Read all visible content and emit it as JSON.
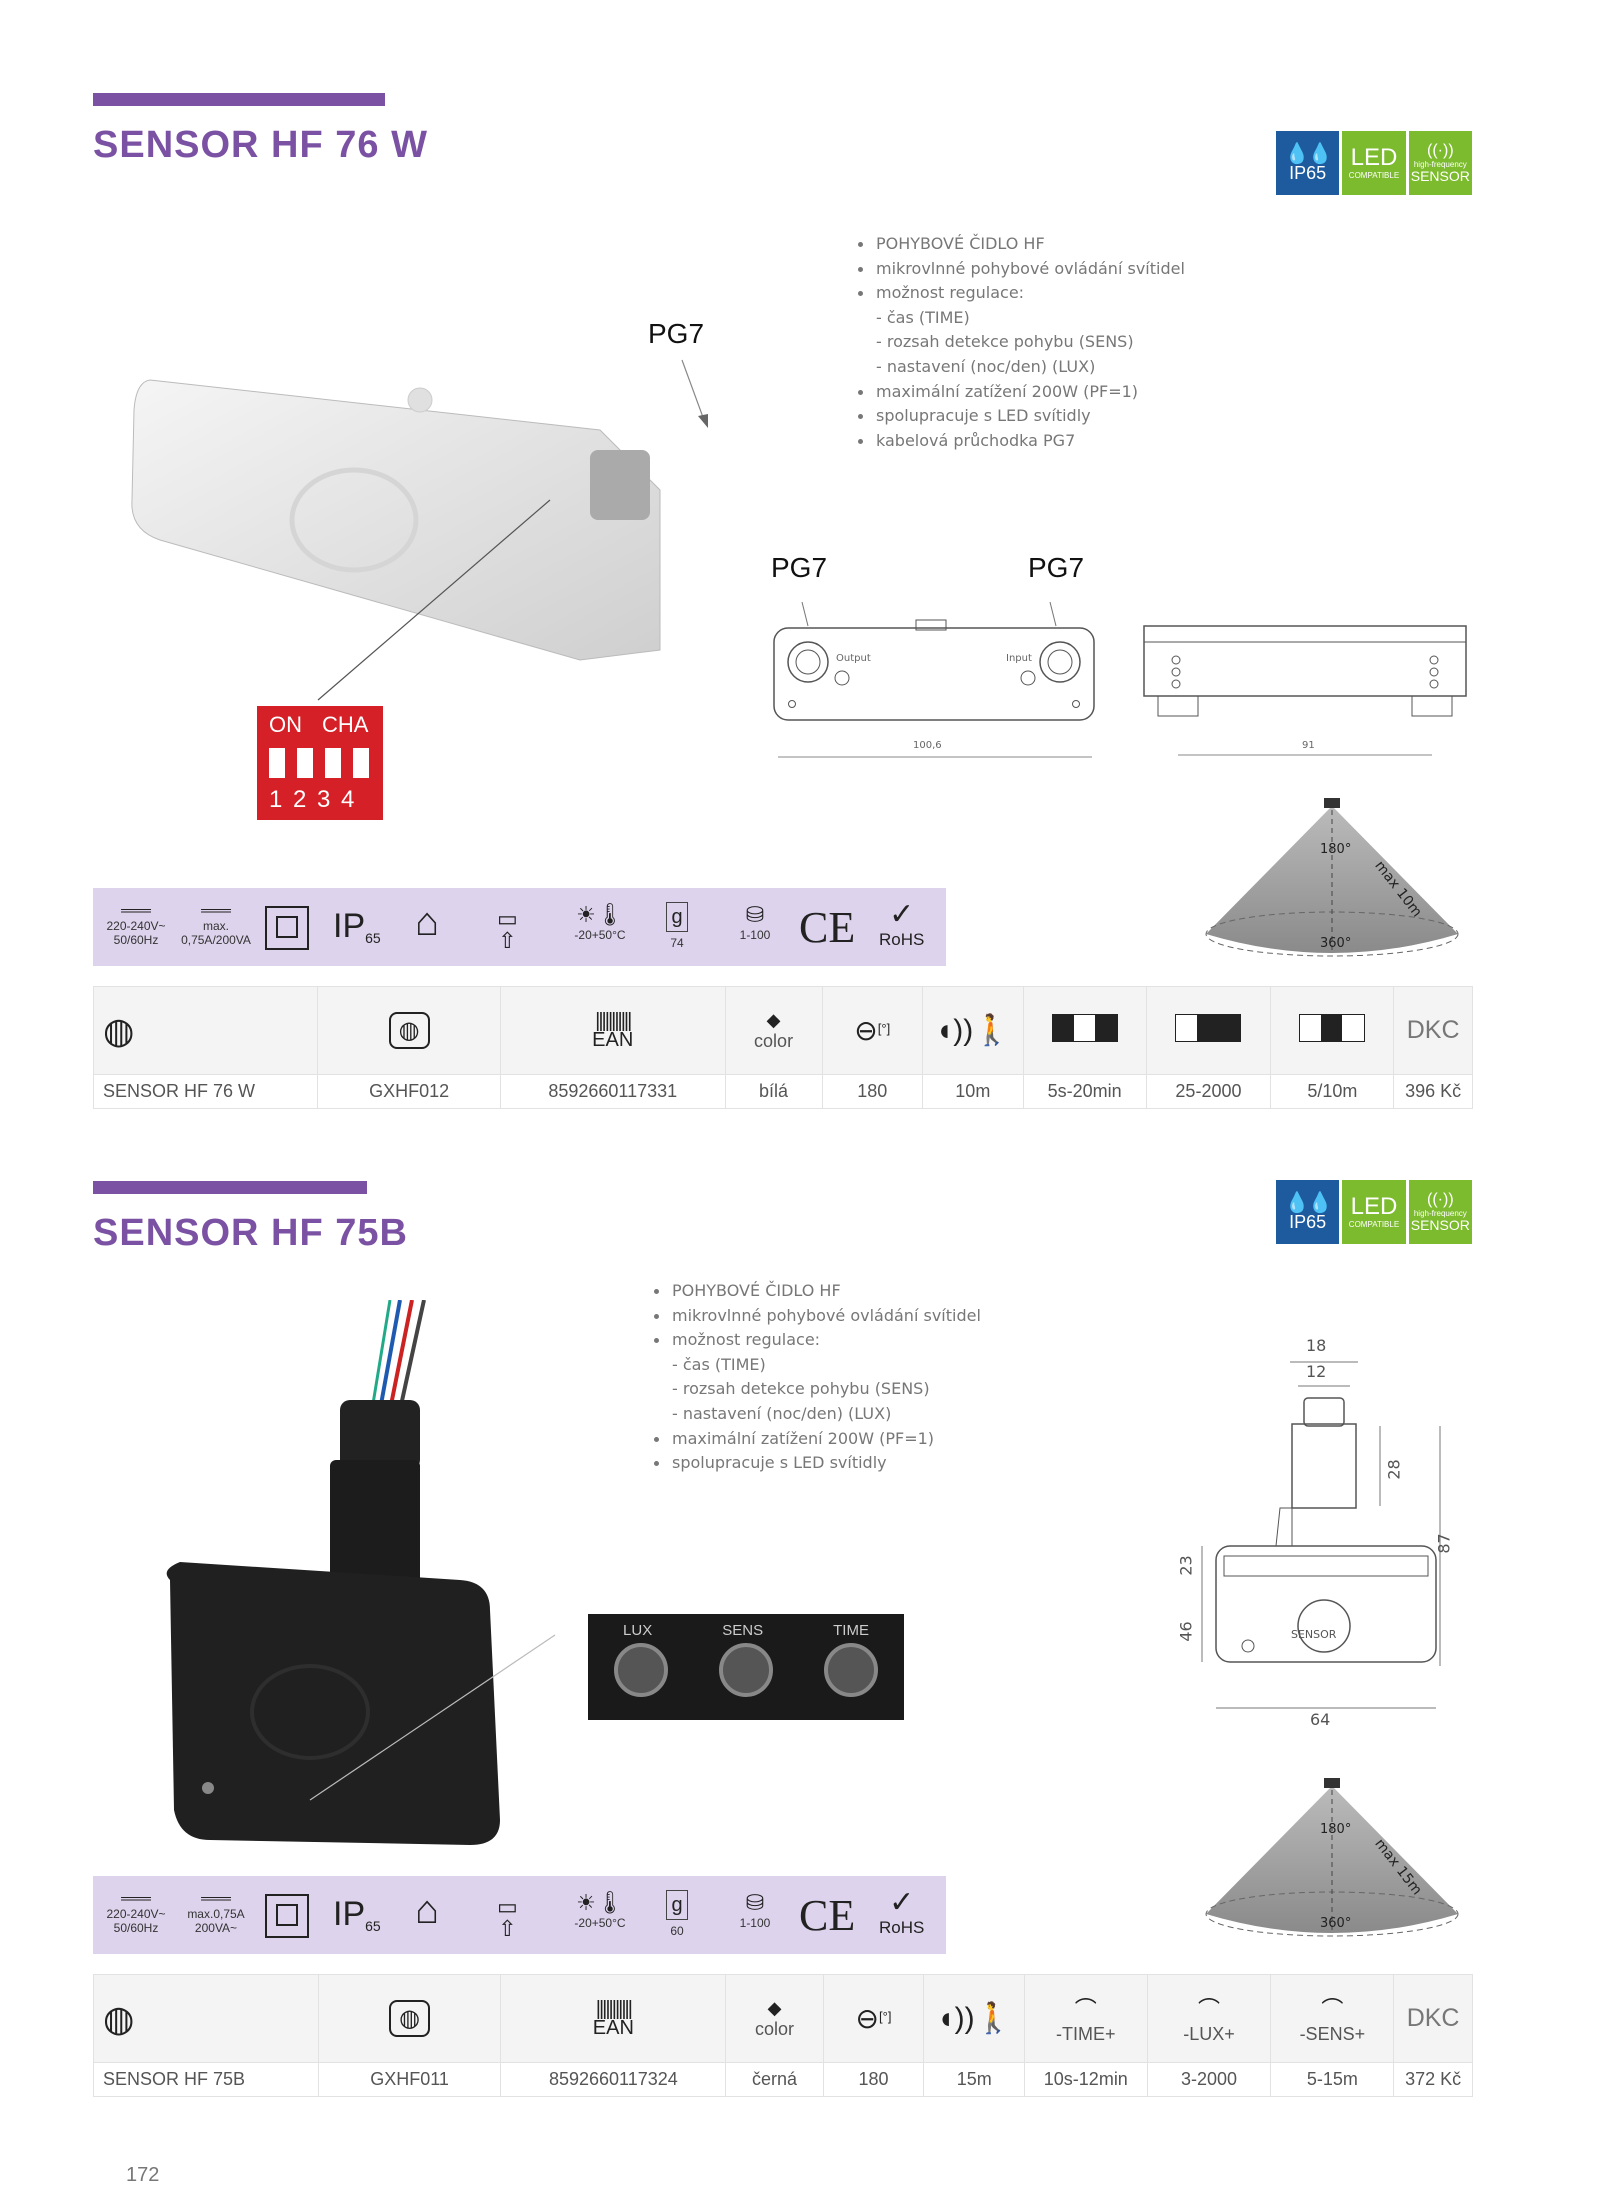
{
  "colors": {
    "accent": "#7b52a3",
    "ip_blue": "#1d5b9e",
    "led_green": "#7cbb2e",
    "iconbar": "#ddd3ec"
  },
  "badges": {
    "ip": "IP65",
    "led": "LED",
    "led_sub": "COMPATIBLE",
    "hf_sub": "high-frequency",
    "hf": "SENSOR"
  },
  "section1": {
    "title": "SENSOR HF 76 W",
    "features": [
      {
        "t": "POHYBOVÉ ČIDLO HF",
        "b": true
      },
      {
        "t": "mikrovlnné pohybové ovládání svítidel",
        "b": true
      },
      {
        "t": "možnost regulace:",
        "b": true
      },
      {
        "t": "- čas (TIME)",
        "b": false
      },
      {
        "t": "- rozsah detekce pohybu (SENS)",
        "b": false
      },
      {
        "t": "- nastavení (noc/den) (LUX)",
        "b": false
      },
      {
        "t": "maximální zatížení  200W (PF=1)",
        "b": true
      },
      {
        "t": "spolupracuje s LED svítidly",
        "b": true
      },
      {
        "t": "kabelová průchodka PG7",
        "b": true
      }
    ],
    "pg_labels": [
      "PG7",
      "PG7",
      "PG7"
    ],
    "dip": {
      "on": "ON",
      "cha": "CHA",
      "nums": "1 2 3 4"
    },
    "drawing": {
      "output": "Output",
      "input": "Input",
      "width": "100,6",
      "depth": "91"
    },
    "cone": {
      "top": "180°",
      "bottom": "360°",
      "range": "max 10m"
    },
    "icons": {
      "v1": "220-240V~",
      "v2": "50/60Hz",
      "m1": "max.",
      "m2": "0,75A/200VA",
      "ip": "IP",
      "ip_sub": "65",
      "temp": "-20+50°C",
      "weight": "74",
      "pack": "1-100",
      "rohs": "RoHS"
    },
    "table": {
      "header_labels": {
        "ean": "EAN",
        "color": "color",
        "deg": "[°]",
        "dkc": "DKC"
      },
      "row": [
        "SENSOR HF 76 W",
        "GXHF012",
        "8592660117331",
        "bílá",
        "180",
        "10m",
        "5s-20min",
        "25-2000",
        "5/10m",
        "396 Kč"
      ]
    }
  },
  "section2": {
    "title": "SENSOR HF 75B",
    "features": [
      {
        "t": "POHYBOVÉ ČIDLO HF",
        "b": true
      },
      {
        "t": "mikrovlnné pohybové ovládání svítidel",
        "b": true
      },
      {
        "t": "možnost regulace:",
        "b": true
      },
      {
        "t": "- čas (TIME)",
        "b": false
      },
      {
        "t": "- rozsah detekce pohybu (SENS)",
        "b": false
      },
      {
        "t": "- nastavení (noc/den) (LUX)",
        "b": false
      },
      {
        "t": "maximální zatížení  200W (PF=1)",
        "b": true
      },
      {
        "t": "spolupracuje s LED svítidly",
        "b": true
      }
    ],
    "knobs": [
      "LUX",
      "SENS",
      "TIME"
    ],
    "dims": {
      "d18": "18",
      "d12": "12",
      "d28": "28",
      "d87": "87",
      "d23": "23",
      "d46": "46",
      "d64": "64",
      "sensor": "SENSOR"
    },
    "cone": {
      "top": "180°",
      "bottom": "360°",
      "range": "max 15m"
    },
    "icons": {
      "v1": "220-240V~",
      "v2": "50/60Hz",
      "m1": "max.0,75A",
      "m2": "200VA~",
      "ip": "IP",
      "ip_sub": "65",
      "temp": "-20+50°C",
      "weight": "60",
      "pack": "1-100",
      "rohs": "RoHS"
    },
    "table": {
      "header_labels": {
        "ean": "EAN",
        "color": "color",
        "deg": "[°]",
        "time": "-TIME+",
        "lux": "-LUX+",
        "sens": "-SENS+",
        "dkc": "DKC"
      },
      "row": [
        "SENSOR HF 75B",
        "GXHF011",
        "8592660117324",
        "černá",
        "180",
        "15m",
        "10s-12min",
        "3-2000",
        "5-15m",
        "372 Kč"
      ]
    }
  },
  "page_number": "172"
}
